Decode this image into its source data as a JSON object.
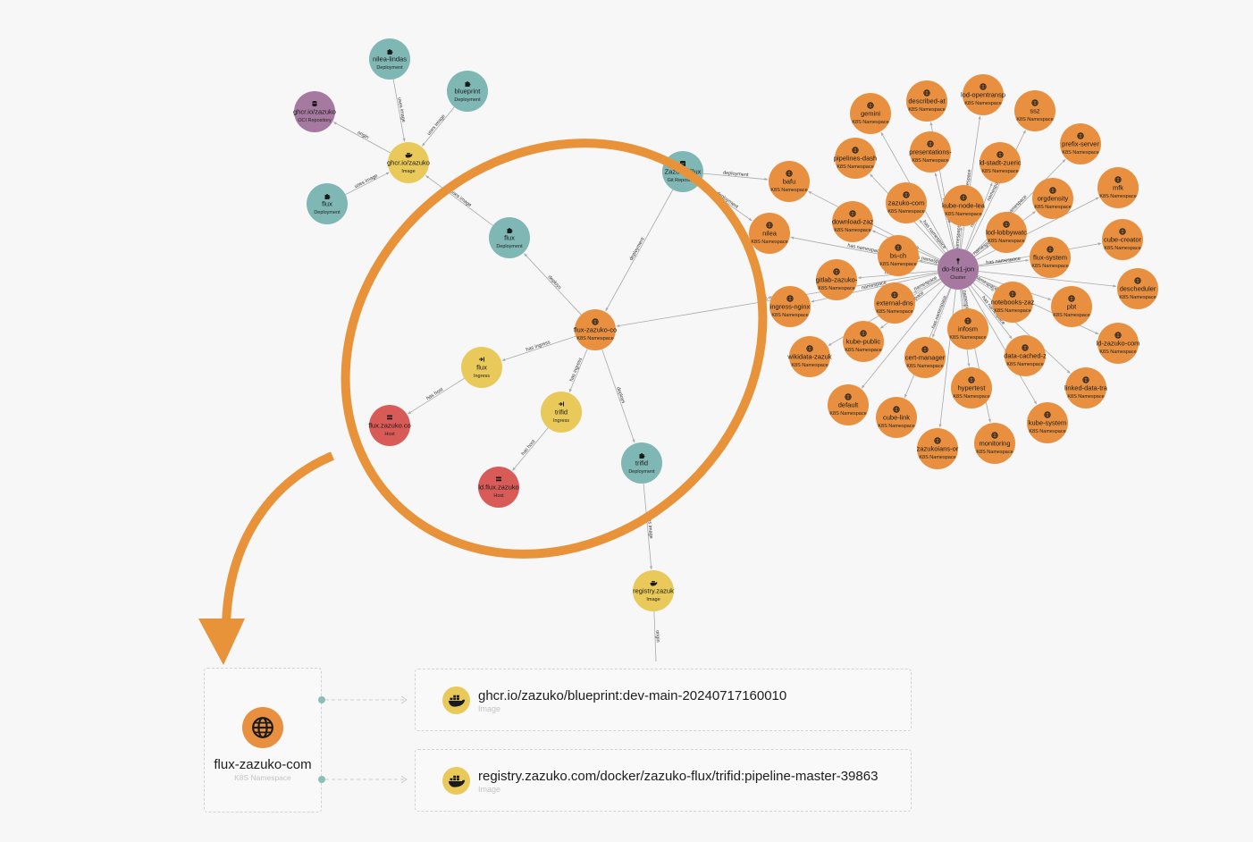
{
  "colors": {
    "k8s_namespace": "#e8903f",
    "deployment": "#7fb7b4",
    "image": "#e8c95a",
    "host": "#d95b58",
    "cluster": "#a67aa0",
    "oci_repository": "#a67aa0",
    "git_repository": "#7fb7b4",
    "ingress": "#e8c95a",
    "highlight": "#e8923a",
    "edge": "#a9a9a9"
  },
  "graph": {
    "nodes": [
      {
        "id": "nilea-lindas",
        "label": "nilea-lindas",
        "type": "Deployment",
        "kind": "deployment",
        "icon": "puzzle-icon"
      },
      {
        "id": "blueprint",
        "label": "blueprint",
        "type": "Deployment",
        "kind": "deployment",
        "icon": "puzzle-icon"
      },
      {
        "id": "ghcr-oci",
        "label": "ghcr.io/zazuko",
        "type": "OCI Repository",
        "kind": "cluster",
        "icon": "database-icon"
      },
      {
        "id": "ghcr-image",
        "label": "ghcr.io/zazuko",
        "type": "Image",
        "kind": "image",
        "icon": "docker-icon"
      },
      {
        "id": "flux-top",
        "label": "flux",
        "type": "Deployment",
        "kind": "deployment",
        "icon": "puzzle-icon"
      },
      {
        "id": "flux-mid",
        "label": "flux",
        "type": "Deployment",
        "kind": "deployment",
        "icon": "puzzle-icon"
      },
      {
        "id": "zazuko-flux",
        "label": "Zazuko Flux",
        "type": "Git Repository",
        "kind": "deployment",
        "icon": "git-icon"
      },
      {
        "id": "flux-zazuko-com",
        "label": "flux-zazuko-co",
        "type": "K8S Namespace",
        "kind": "ns",
        "icon": "globe-icon"
      },
      {
        "id": "flux-ingress",
        "label": "flux",
        "type": "Ingress",
        "kind": "image",
        "icon": "ingress-icon"
      },
      {
        "id": "trifid-ingress",
        "label": "trifid",
        "type": "Ingress",
        "kind": "image",
        "icon": "ingress-icon"
      },
      {
        "id": "flux-host",
        "label": "flux.zazuko.co",
        "type": "Host",
        "kind": "host",
        "icon": "host-icon"
      },
      {
        "id": "ld-flux-host",
        "label": "ld.flux.zazuko",
        "type": "Host",
        "kind": "host",
        "icon": "host-icon"
      },
      {
        "id": "trifid-deploy",
        "label": "trifid",
        "type": "Deployment",
        "kind": "deployment",
        "icon": "puzzle-icon"
      },
      {
        "id": "registry-image",
        "label": "registry.zazuk",
        "type": "Image",
        "kind": "image",
        "icon": "docker-icon"
      },
      {
        "id": "cluster",
        "label": "do-fra1-jon",
        "type": "Cluster",
        "kind": "cluster",
        "icon": "cluster-icon"
      },
      {
        "id": "nilea",
        "label": "nilea",
        "type": "K8S Namespace",
        "kind": "ns",
        "icon": "globe-icon"
      },
      {
        "id": "bafu",
        "label": "bafu",
        "type": "K8S Namespace",
        "kind": "ns",
        "icon": "globe-icon"
      },
      {
        "id": "gemini",
        "label": "gemini",
        "type": "K8S Namespace",
        "kind": "ns",
        "icon": "globe-icon"
      },
      {
        "id": "described-at",
        "label": "described-at",
        "type": "K8S Namespace",
        "kind": "ns",
        "icon": "globe-icon"
      },
      {
        "id": "lod-opentransp",
        "label": "lod-opentransp",
        "type": "K8S Namespace",
        "kind": "ns",
        "icon": "globe-icon"
      },
      {
        "id": "ssz",
        "label": "ssz",
        "type": "K8S Namespace",
        "kind": "ns",
        "icon": "globe-icon"
      },
      {
        "id": "pipelines-dash",
        "label": "pipelines-dash",
        "type": "K8S Namespace",
        "kind": "ns",
        "icon": "globe-icon"
      },
      {
        "id": "presentations",
        "label": "presentations-",
        "type": "K8S Namespace",
        "kind": "ns",
        "icon": "globe-icon"
      },
      {
        "id": "ld-stadt-zuerich",
        "label": "ld-stadt-zueric",
        "type": "K8S Namespace",
        "kind": "ns",
        "icon": "globe-icon"
      },
      {
        "id": "prefix-server",
        "label": "prefix-server",
        "type": "K8S Namespace",
        "kind": "ns",
        "icon": "globe-icon"
      },
      {
        "id": "zazuko-com",
        "label": "zazuko-com",
        "type": "K8S Namespace",
        "kind": "ns",
        "icon": "globe-icon"
      },
      {
        "id": "kube-node-lease",
        "label": "kube-node-lea",
        "type": "K8S Namespace",
        "kind": "ns",
        "icon": "globe-icon"
      },
      {
        "id": "orgdensity",
        "label": "orgdensity",
        "type": "K8S Namespace",
        "kind": "ns",
        "icon": "globe-icon"
      },
      {
        "id": "mfk",
        "label": "mfk",
        "type": "K8S Namespace",
        "kind": "ns",
        "icon": "globe-icon"
      },
      {
        "id": "download-zaz",
        "label": "download-zaz",
        "type": "K8S Namespace",
        "kind": "ns",
        "icon": "globe-icon"
      },
      {
        "id": "lod-lobbywatch",
        "label": "lod-lobbywatc",
        "type": "K8S Namespace",
        "kind": "ns",
        "icon": "globe-icon"
      },
      {
        "id": "bs-ch",
        "label": "bs-ch",
        "type": "K8S Namespace",
        "kind": "ns",
        "icon": "globe-icon"
      },
      {
        "id": "cube-creator",
        "label": "cube-creator",
        "type": "K8S Namespace",
        "kind": "ns",
        "icon": "globe-icon"
      },
      {
        "id": "flux-system",
        "label": "flux-system",
        "type": "K8S Namespace",
        "kind": "ns",
        "icon": "globe-icon"
      },
      {
        "id": "gitlab-zazuko",
        "label": "gitlab-zazuko-",
        "type": "K8S Namespace",
        "kind": "ns",
        "icon": "globe-icon"
      },
      {
        "id": "descheduler",
        "label": "descheduler",
        "type": "K8S Namespace",
        "kind": "ns",
        "icon": "globe-icon"
      },
      {
        "id": "ingress-nginx",
        "label": "ingress-nginx",
        "type": "K8S Namespace",
        "kind": "ns",
        "icon": "globe-icon"
      },
      {
        "id": "external-dns",
        "label": "external-dns",
        "type": "K8S Namespace",
        "kind": "ns",
        "icon": "globe-icon"
      },
      {
        "id": "notebooks-zaz",
        "label": "notebooks-zaz",
        "type": "K8S Namespace",
        "kind": "ns",
        "icon": "globe-icon"
      },
      {
        "id": "pbt",
        "label": "pbt",
        "type": "K8S Namespace",
        "kind": "ns",
        "icon": "globe-icon"
      },
      {
        "id": "infosm",
        "label": "infosm",
        "type": "K8S Namespace",
        "kind": "ns",
        "icon": "globe-icon"
      },
      {
        "id": "kube-public",
        "label": "kube-public",
        "type": "K8S Namespace",
        "kind": "ns",
        "icon": "globe-icon"
      },
      {
        "id": "ld-zazuko-com",
        "label": "ld-zazuko-com",
        "type": "K8S Namespace",
        "kind": "ns",
        "icon": "globe-icon"
      },
      {
        "id": "wikidata-zazuk",
        "label": "wikidata-zazuk",
        "type": "K8S Namespace",
        "kind": "ns",
        "icon": "globe-icon"
      },
      {
        "id": "cert-manager",
        "label": "cert-manager",
        "type": "K8S Namespace",
        "kind": "ns",
        "icon": "globe-icon"
      },
      {
        "id": "data-cached-z",
        "label": "data-cached-z",
        "type": "K8S Namespace",
        "kind": "ns",
        "icon": "globe-icon"
      },
      {
        "id": "hypertest",
        "label": "hypertest",
        "type": "K8S Namespace",
        "kind": "ns",
        "icon": "globe-icon"
      },
      {
        "id": "linked-data-tra",
        "label": "linked-data-tra",
        "type": "K8S Namespace",
        "kind": "ns",
        "icon": "globe-icon"
      },
      {
        "id": "default",
        "label": "default",
        "type": "K8S Namespace",
        "kind": "ns",
        "icon": "globe-icon"
      },
      {
        "id": "cube-link",
        "label": "cube-link",
        "type": "K8S Namespace",
        "kind": "ns",
        "icon": "globe-icon"
      },
      {
        "id": "kube-system",
        "label": "kube-system",
        "type": "K8S Namespace",
        "kind": "ns",
        "icon": "globe-icon"
      },
      {
        "id": "monitoring",
        "label": "monitoring",
        "type": "K8S Namespace",
        "kind": "ns",
        "icon": "globe-icon"
      },
      {
        "id": "zazukoians-org",
        "label": "zazukoians-or",
        "type": "K8S Namespace",
        "kind": "ns",
        "icon": "globe-icon"
      }
    ],
    "edges": [
      {
        "from": "nilea-lindas",
        "to": "ghcr-image",
        "label": "uses image"
      },
      {
        "from": "blueprint",
        "to": "ghcr-image",
        "label": "uses image"
      },
      {
        "from": "ghcr-image",
        "to": "ghcr-oci",
        "label": "origin"
      },
      {
        "from": "flux-top",
        "to": "ghcr-image",
        "label": "uses image"
      },
      {
        "from": "flux-mid",
        "to": "ghcr-image",
        "label": "uses image"
      },
      {
        "from": "flux-zazuko-com",
        "to": "flux-mid",
        "label": "deploys"
      },
      {
        "from": "zazuko-flux",
        "to": "flux-zazuko-com",
        "label": "deployment"
      },
      {
        "from": "zazuko-flux",
        "to": "bafu",
        "label": "deployment"
      },
      {
        "from": "zazuko-flux",
        "to": "nilea",
        "label": "deployment"
      },
      {
        "from": "flux-zazuko-com",
        "to": "flux-ingress",
        "label": "has ingress"
      },
      {
        "from": "flux-zazuko-com",
        "to": "trifid-ingress",
        "label": "has ingress"
      },
      {
        "from": "flux-ingress",
        "to": "flux-host",
        "label": "has host"
      },
      {
        "from": "trifid-ingress",
        "to": "ld-flux-host",
        "label": "has host"
      },
      {
        "from": "flux-zazuko-com",
        "to": "trifid-deploy",
        "label": "deploys"
      },
      {
        "from": "trifid-deploy",
        "to": "registry-image",
        "label": "uses image"
      },
      {
        "from": "registry-image",
        "to": "registry-below",
        "label": "origin"
      },
      {
        "from": "cluster",
        "to": "flux-zazuko-com",
        "label": "has namespace"
      },
      {
        "from": "cluster",
        "to": "nilea",
        "label": "has namespace"
      },
      {
        "from": "cluster",
        "to": "bafu",
        "label": ""
      },
      {
        "from": "cluster",
        "to": "gemini",
        "label": ""
      },
      {
        "from": "cluster",
        "to": "described-at",
        "label": ""
      },
      {
        "from": "cluster",
        "to": "lod-opentransp",
        "label": "namespace"
      },
      {
        "from": "cluster",
        "to": "ssz",
        "label": "namespace"
      },
      {
        "from": "cluster",
        "to": "pipelines-dash",
        "label": ""
      },
      {
        "from": "cluster",
        "to": "presentations",
        "label": "namespace"
      },
      {
        "from": "cluster",
        "to": "ld-stadt-zuerich",
        "label": "namespace"
      },
      {
        "from": "cluster",
        "to": "prefix-server",
        "label": "namespace"
      },
      {
        "from": "cluster",
        "to": "zazuko-com",
        "label": "has namespace"
      },
      {
        "from": "cluster",
        "to": "kube-node-lease",
        "label": "namespace"
      },
      {
        "from": "cluster",
        "to": "orgdensity",
        "label": "namespace"
      },
      {
        "from": "cluster",
        "to": "mfk",
        "label": ""
      },
      {
        "from": "cluster",
        "to": "download-zaz",
        "label": "namespace"
      },
      {
        "from": "cluster",
        "to": "lod-lobbywatch",
        "label": "has namespace"
      },
      {
        "from": "cluster",
        "to": "bs-ch",
        "label": "has namespace"
      },
      {
        "from": "cluster",
        "to": "cube-creator",
        "label": ""
      },
      {
        "from": "cluster",
        "to": "flux-system",
        "label": "has namespace"
      },
      {
        "from": "cluster",
        "to": "gitlab-zazuko",
        "label": "namespace"
      },
      {
        "from": "cluster",
        "to": "descheduler",
        "label": ""
      },
      {
        "from": "cluster",
        "to": "ingress-nginx",
        "label": "namespace"
      },
      {
        "from": "cluster",
        "to": "external-dns",
        "label": "namespace"
      },
      {
        "from": "cluster",
        "to": "notebooks-zaz",
        "label": "namespace"
      },
      {
        "from": "cluster",
        "to": "pbt",
        "label": ""
      },
      {
        "from": "cluster",
        "to": "infosm",
        "label": "has namespace"
      },
      {
        "from": "cluster",
        "to": "kube-public",
        "label": "has namespace"
      },
      {
        "from": "cluster",
        "to": "ld-zazuko-com",
        "label": ""
      },
      {
        "from": "cluster",
        "to": "wikidata-zazuk",
        "label": ""
      },
      {
        "from": "cluster",
        "to": "cert-manager",
        "label": "has namespace"
      },
      {
        "from": "cluster",
        "to": "data-cached-z",
        "label": "has namespace"
      },
      {
        "from": "cluster",
        "to": "hypertest",
        "label": "namespace"
      },
      {
        "from": "cluster",
        "to": "linked-data-tra",
        "label": ""
      },
      {
        "from": "cluster",
        "to": "default",
        "label": ""
      },
      {
        "from": "cluster",
        "to": "cube-link",
        "label": ""
      },
      {
        "from": "cluster",
        "to": "kube-system",
        "label": ""
      },
      {
        "from": "cluster",
        "to": "monitoring",
        "label": ""
      },
      {
        "from": "cluster",
        "to": "zazukoians-org",
        "label": ""
      }
    ]
  },
  "detail": {
    "namespace": {
      "title": "flux-zazuko-com",
      "type": "K8S Namespace",
      "icon": "globe-icon"
    },
    "images": [
      {
        "title": "ghcr.io/zazuko/blueprint:dev-main-20240717160010",
        "type": "Image",
        "icon": "docker-icon"
      },
      {
        "title": "registry.zazuko.com/docker/zazuko-flux/trifid:pipeline-master-39863",
        "type": "Image",
        "icon": "docker-icon"
      }
    ]
  }
}
